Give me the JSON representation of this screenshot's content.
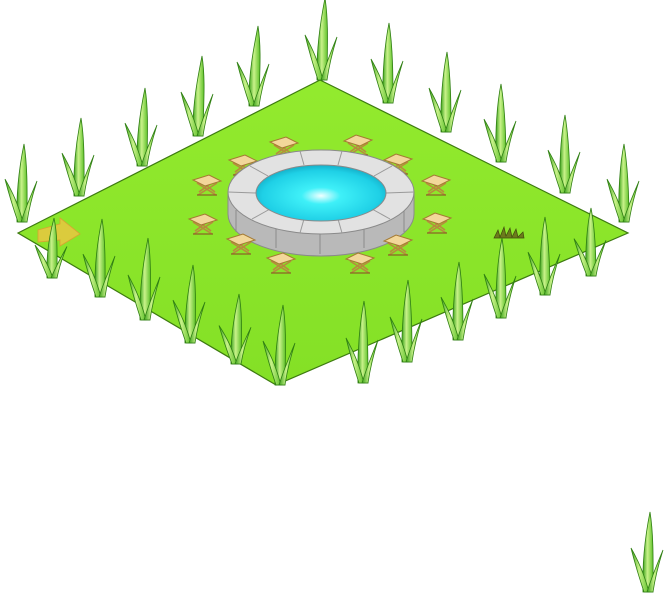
{
  "scene": {
    "colors": {
      "background": "#ffffff",
      "ground_fill": "#8ee82a",
      "ground_edge": "#3d7a10",
      "grass_light": "#c9f28a",
      "grass_dark": "#3aa21a",
      "stone_top": "#e2e2e2",
      "stone_side": "#b9b9b9",
      "stone_line": "#8a8a8a",
      "water_center": "#e8ffff",
      "water_mid": "#2fe6f0",
      "water_edge": "#14b6cc",
      "stool_seat": "#f2d79a",
      "stool_leg": "#b8893e",
      "arrow": "#f6c244"
    },
    "objects": {
      "fountain": "fountain",
      "stools": "stool",
      "grass_blades": "grass-blade",
      "arrow_marker": "arrow-marker-icon",
      "tuft": "grass-tuft"
    }
  }
}
